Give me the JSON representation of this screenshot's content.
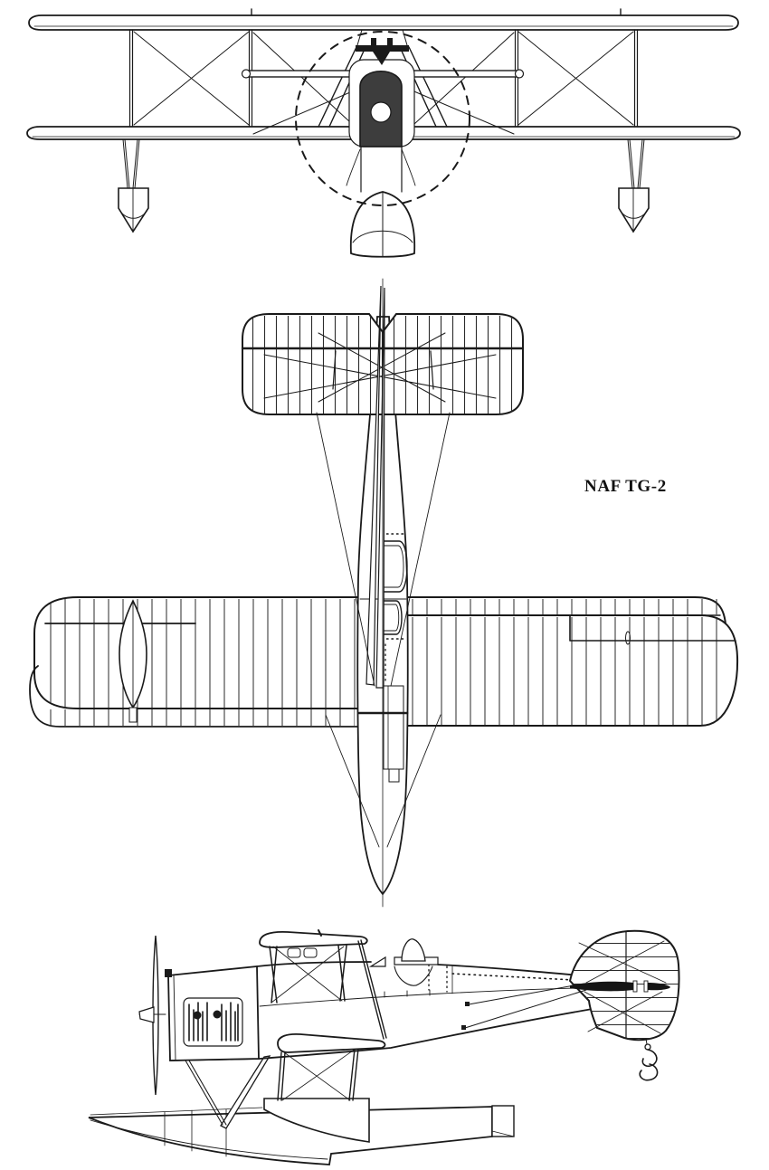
{
  "label": {
    "text": "NAF TG-2"
  },
  "colors": {
    "paper": "#ffffff",
    "ink": "#1a1a1a",
    "dark_fill": "#3d3d3d"
  },
  "drawing": {
    "aircraft": "NAF TG-2",
    "views": [
      {
        "id": "front-view",
        "name": "front elevation"
      },
      {
        "id": "top-view",
        "name": "plan view"
      },
      {
        "id": "side-view",
        "name": "side elevation"
      }
    ]
  }
}
